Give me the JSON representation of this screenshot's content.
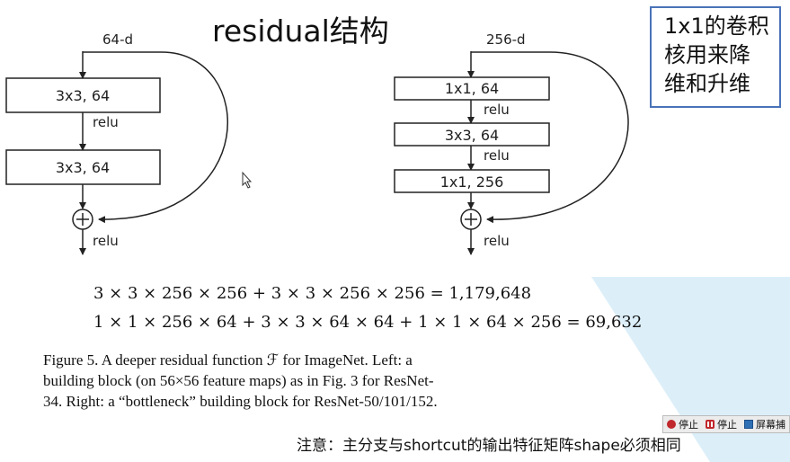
{
  "title": "residual结构",
  "callout": {
    "lines": [
      "1x1的卷积",
      "核用来降",
      "维和升维"
    ]
  },
  "left_block": {
    "input_label": "64-d",
    "boxes": [
      "3x3, 64",
      "3x3, 64"
    ],
    "relu_labels": [
      "relu",
      "relu"
    ]
  },
  "right_block": {
    "input_label": "256-d",
    "boxes": [
      "1x1, 64",
      "3x3, 64",
      "1x1, 256"
    ],
    "relu_labels": [
      "relu",
      "relu",
      "relu"
    ]
  },
  "formulas": [
    "3 × 3 × 256 × 256 + 3 × 3 × 256 × 256 = 1,179,648",
    "1 × 1 × 256 × 64 + 3 × 3 × 64 × 64 + 1 × 1 × 64 × 256 = 69,632"
  ],
  "caption": {
    "lines": [
      "Figure 5. A deeper residual function ℱ for ImageNet.  Left: a",
      "building block (on 56×56 feature maps) as in Fig. 3 for ResNet-",
      "34. Right: a “bottleneck” building block for ResNet-50/101/152."
    ]
  },
  "note": "注意：主分支与shortcut的输出特征矩阵shape必须相同",
  "toolbar": {
    "buttons": [
      {
        "label": "停止",
        "icon": "stop-icon"
      },
      {
        "label": "停止",
        "icon": "pause-icon"
      },
      {
        "label": "屏幕捕",
        "icon": "screen-icon"
      }
    ]
  },
  "colors": {
    "callout_border": "#4a73b8",
    "watermark": "#d6ecf8"
  }
}
